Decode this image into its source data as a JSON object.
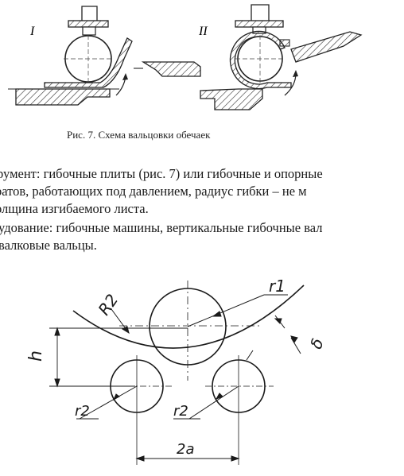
{
  "figure_top": {
    "label_left": "I",
    "label_right": "II",
    "caption": "Рис. 7. Схема вальцовки обечаек"
  },
  "text_lines": [
    "румент: гибочные плиты (рис. 7) или гибочные и опорные",
    "ратов, работающих под давлением, радиус гибки – не м",
    "олщина изгибаемого листа.",
    "удование: гибочные машины, вертикальные гибочные вал",
    "валковые вальцы."
  ],
  "figure_bottom": {
    "label_r1": "r1",
    "label_R2": "R2",
    "label_delta": "δ",
    "label_h": "h",
    "label_r2_left": "r2",
    "label_r2_right": "r2",
    "label_2a": "2a"
  }
}
